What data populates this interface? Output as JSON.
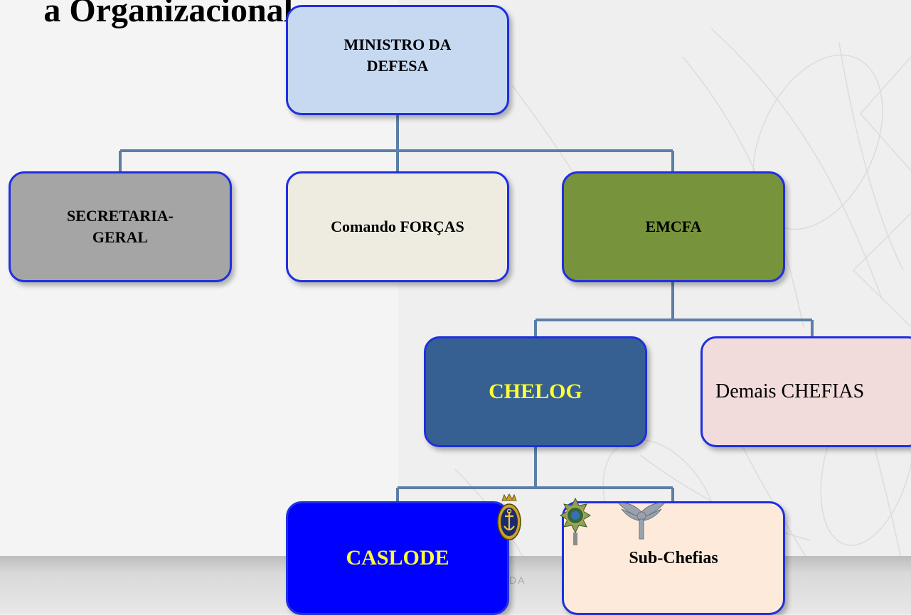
{
  "title": "a Organizacional",
  "boxes": {
    "ministro": "MINISTRO DA DEFESA",
    "secretaria": "SECRETARIA-GERAL",
    "comando": "Comando FORÇAS",
    "emcfa": "EMCFA",
    "chelog": "CHELOG",
    "demais": "Demais CHEFIAS",
    "caslode": "CASLODE",
    "subchefias": "Sub-Chefias"
  },
  "footer": "DA",
  "colors": {
    "ministro": "#c6d9f1",
    "secretaria": "#a5a5a5",
    "comando": "#eeece1",
    "emcfa": "#77933c",
    "chelog": "#376092",
    "demais": "#f2dcdb",
    "caslode": "#0000ff",
    "subchefias": "#fdeada",
    "border": "#1f2fe0",
    "connector": "#5b7fa6"
  },
  "icons": [
    "marinha-emblem-icon",
    "exercito-emblem-icon",
    "aeronautica-emblem-icon"
  ]
}
